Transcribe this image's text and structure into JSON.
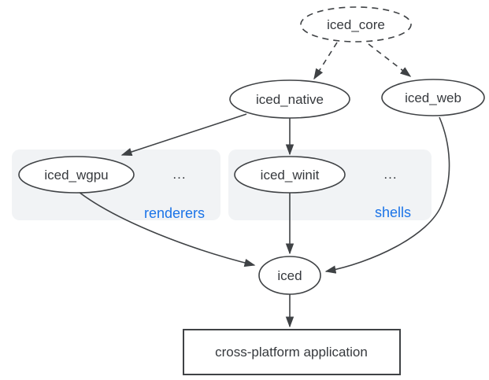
{
  "nodes": {
    "iced_core": {
      "label": "iced_core",
      "shape": "ellipse-dashed"
    },
    "iced_native": {
      "label": "iced_native",
      "shape": "ellipse"
    },
    "iced_web": {
      "label": "iced_web",
      "shape": "ellipse"
    },
    "iced_wgpu": {
      "label": "iced_wgpu",
      "shape": "ellipse"
    },
    "iced_winit": {
      "label": "iced_winit",
      "shape": "ellipse"
    },
    "iced": {
      "label": "iced",
      "shape": "ellipse"
    },
    "application": {
      "label": "cross-platform application",
      "shape": "rectangle"
    }
  },
  "clusters": {
    "renderers": {
      "label": "renderers",
      "ellipsis": "...",
      "contains": [
        "iced_wgpu"
      ]
    },
    "shells": {
      "label": "shells",
      "ellipsis": "...",
      "contains": [
        "iced_winit"
      ]
    }
  },
  "edges": [
    {
      "from": "iced_core",
      "to": "iced_native",
      "style": "dashed"
    },
    {
      "from": "iced_core",
      "to": "iced_web",
      "style": "dashed"
    },
    {
      "from": "iced_native",
      "to": "iced_wgpu",
      "style": "solid"
    },
    {
      "from": "iced_native",
      "to": "iced_winit",
      "style": "solid"
    },
    {
      "from": "iced_wgpu",
      "to": "iced",
      "style": "solid"
    },
    {
      "from": "iced_winit",
      "to": "iced",
      "style": "solid"
    },
    {
      "from": "iced_web",
      "to": "iced",
      "style": "solid"
    },
    {
      "from": "iced",
      "to": "application",
      "style": "solid"
    }
  ],
  "colors": {
    "line": "#3f4245",
    "text": "#36393d",
    "cluster_background": "#f1f3f5",
    "cluster_label": "#1a73e8",
    "canvas": "#ffffff"
  }
}
